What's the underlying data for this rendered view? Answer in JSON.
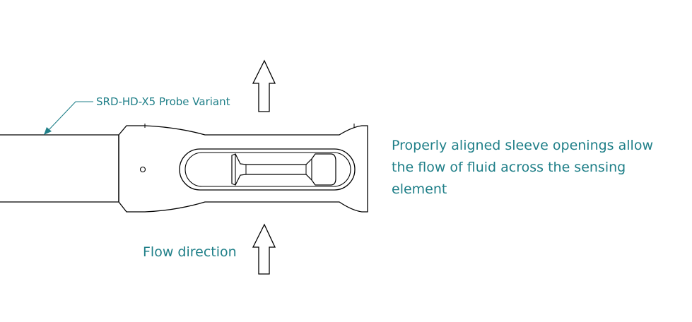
{
  "labels": {
    "probe_variant": "SRD-HD-X5 Probe Variant",
    "callout_line1": "Properly aligned sleeve openings allow",
    "callout_line2": "the flow of fluid across the sensing",
    "callout_line3": "element",
    "flow_direction": "Flow direction"
  },
  "colors": {
    "annotation": "#1f7f88",
    "line": "#000000",
    "background": "#ffffff"
  }
}
